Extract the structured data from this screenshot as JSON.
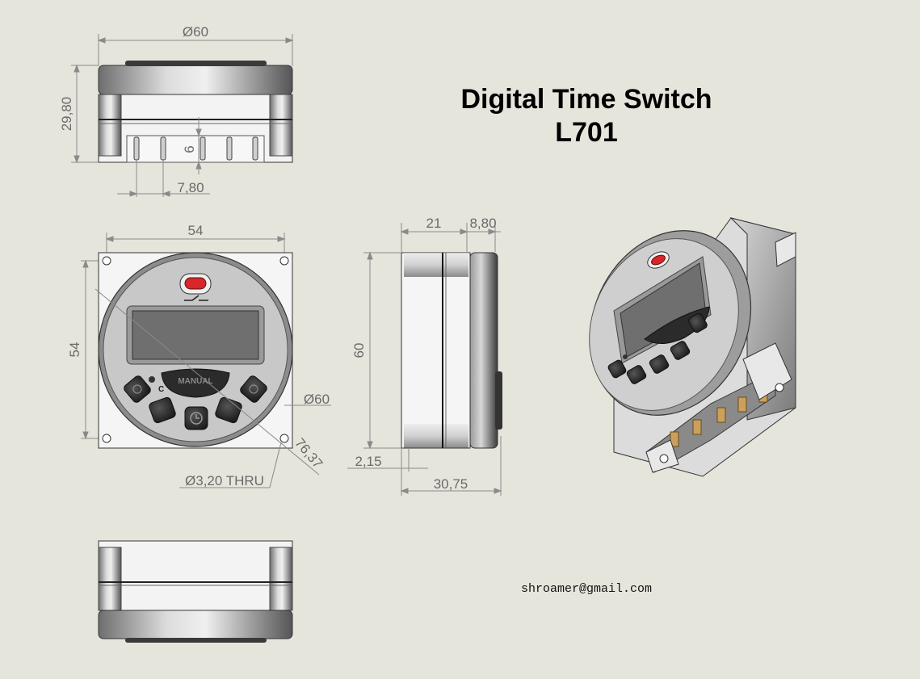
{
  "title": {
    "line1": "Digital Time Switch",
    "line2": "L701"
  },
  "email": "shroamer@gmail.com",
  "dimensions": {
    "top_diameter": "Ø60",
    "top_height": "29,80",
    "terminal_depth": "6",
    "terminal_pitch": "7,80",
    "front_width": "54",
    "front_height": "54",
    "front_diameter": "Ø60",
    "diagonal": "76,37",
    "mount_hole": "Ø3,20 THRU",
    "side_body": "21",
    "side_cap": "8,80",
    "side_height": "60",
    "side_offset": "2,15",
    "side_total": "30,75"
  },
  "device": {
    "manual_label": "MANUAL",
    "c_label": "C",
    "indicator_color": "#d8262b"
  },
  "colors": {
    "background": "#e6e5dc",
    "body": "#f1f1f1",
    "bezel": "#8e8e8e",
    "display": "#6f6f6f",
    "button": "#2d2d2d",
    "dim_line": "#8a8a8a"
  },
  "icons": [
    "clock-icon",
    "indicator-light-icon",
    "relay-symbol-icon"
  ]
}
